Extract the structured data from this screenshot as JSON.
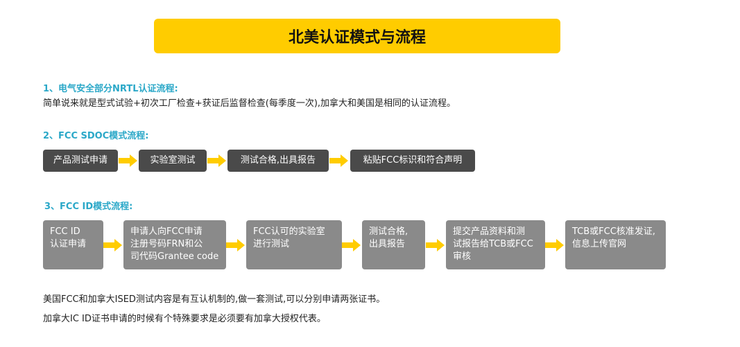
{
  "title": "北美认证模式与流程",
  "sections": [
    {
      "heading": "1、电气安全部分NRTL认证流程:",
      "desc": "简单说来就是型式试验+初次工厂检查+获证后监督检查(每季度一次),加拿大和美国是相同的认证流程。"
    },
    {
      "heading": "2、FCC SDOC模式流程:",
      "steps": [
        "产品测试申请",
        "实验室测试",
        "测试合格,出具报告",
        "粘贴FCC标识和符合声明"
      ]
    },
    {
      "heading": "3、FCC ID模式流程:",
      "steps": [
        "FCC ID\n认证申请",
        "申请人向FCC申请\n注册号码FRN和公\n司代码Grantee code",
        "FCC认可的实验室\n进行测试",
        "测试合格,\n出具报告",
        "提交产品资料和测\n试报告给TCB或FCC\n审核",
        "TCB或FCC核准发证,\n信息上传官网"
      ]
    }
  ],
  "notes": [
    "美国FCC和加拿大ISED测试内容是有互认机制的,做一套测试,可以分别申请两张证书。",
    "加拿大IC ID证书申请的时候有个特殊要求是必须要有加拿大授权代表。"
  ],
  "colors": {
    "accent": "#FFCC00",
    "heading": "#2BA8C8",
    "dark_box": "#4A4A4A",
    "gray_box": "#8A8A8A"
  },
  "icons": {
    "flow_arrow": "arrow-right-icon"
  }
}
